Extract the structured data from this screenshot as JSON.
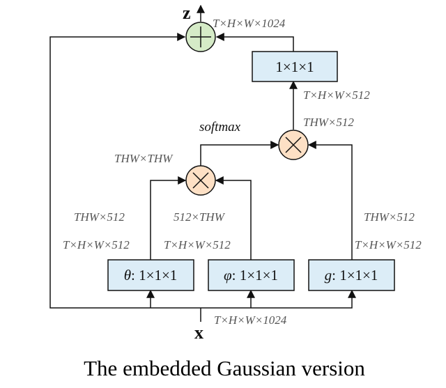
{
  "nodes": {
    "z": "z",
    "x": "x",
    "top_conv": "1×1×1",
    "theta": {
      "symbol": "θ",
      "rest": ": 1×1×1"
    },
    "phi": {
      "symbol": "φ",
      "rest": ": 1×1×1"
    },
    "g": {
      "symbol": "g",
      "rest": ": 1×1×1"
    }
  },
  "labels": {
    "z_dim": "T×H×W×1024",
    "top_conv_in": "T×H×W×512",
    "mul2_out": "THW×512",
    "softmax": "softmax",
    "mul1_out": "THW×THW",
    "theta_reshape": "THW×512",
    "phi_reshape": "512×THW",
    "g_reshape": "THW×512",
    "theta_out": "T×H×W×512",
    "phi_out": "T×H×W×512",
    "g_out": "T×H×W×512",
    "x_dim": "T×H×W×1024"
  },
  "caption": "The embedded Gaussian version",
  "colors": {
    "conv_box_fill": "#dcedf7",
    "add_node_fill": "#d5ebc7",
    "mul_node_fill": "#fde0c5",
    "label_gray": "#555555"
  }
}
